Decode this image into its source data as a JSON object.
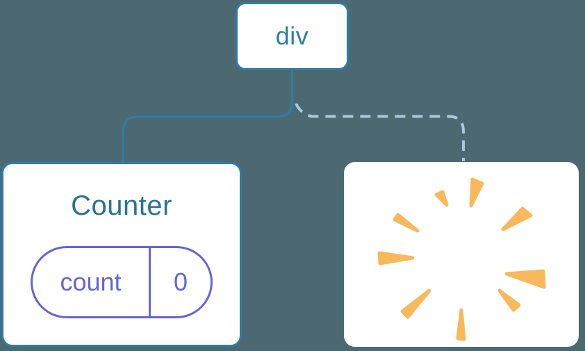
{
  "colors": {
    "background": "#4C6972",
    "card-bg": "#FFFFFF",
    "node-border": "#2E7DA8",
    "node-text": "#2E7DA8",
    "counter-title": "#2A7295",
    "state-accent": "#6464DC",
    "solid-edge": "#2E7DA8",
    "dashed-edge": "#A9C8DF",
    "poof": "#F8B95C"
  },
  "tree": {
    "root": {
      "label": "div"
    },
    "counter": {
      "title": "Counter",
      "state": {
        "key": "count",
        "value": "0"
      }
    },
    "removed": {
      "icon": "poof-icon"
    }
  }
}
